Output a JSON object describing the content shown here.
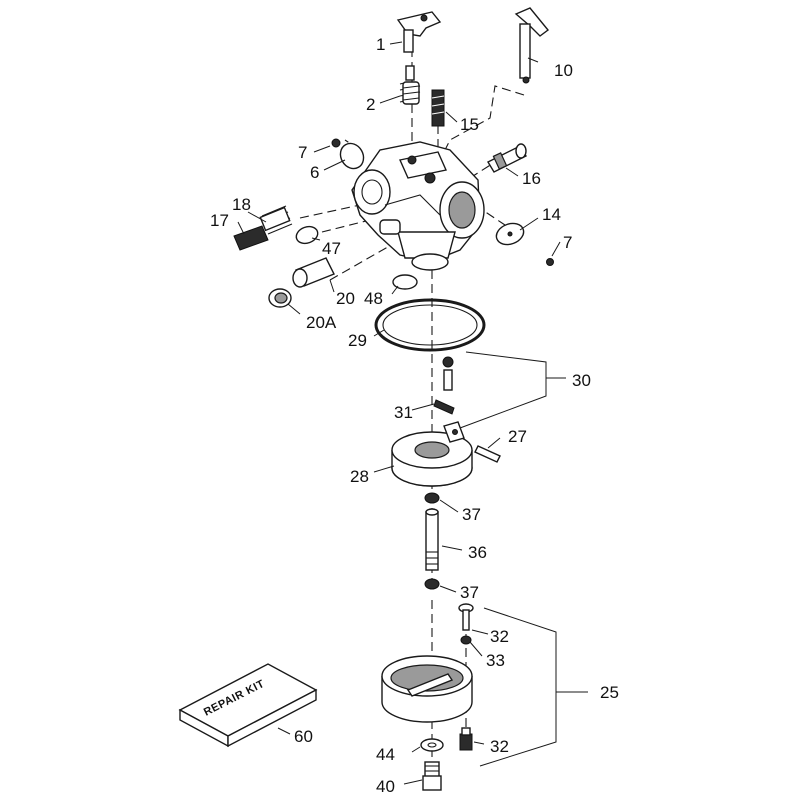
{
  "labels": {
    "l1": "1",
    "l2": "2",
    "l6": "6",
    "l7a": "7",
    "l7b": "7",
    "l10": "10",
    "l14": "14",
    "l15": "15",
    "l16": "16",
    "l17": "17",
    "l18": "18",
    "l20": "20",
    "l20A": "20A",
    "l25": "25",
    "l27": "27",
    "l28": "28",
    "l29": "29",
    "l30": "30",
    "l31": "31",
    "l32a": "32",
    "l32b": "32",
    "l33": "33",
    "l36": "36",
    "l37a": "37",
    "l37b": "37",
    "l40": "40",
    "l44": "44",
    "l47": "47",
    "l48": "48",
    "l60": "60"
  },
  "kit_text": "REPAIR KIT"
}
